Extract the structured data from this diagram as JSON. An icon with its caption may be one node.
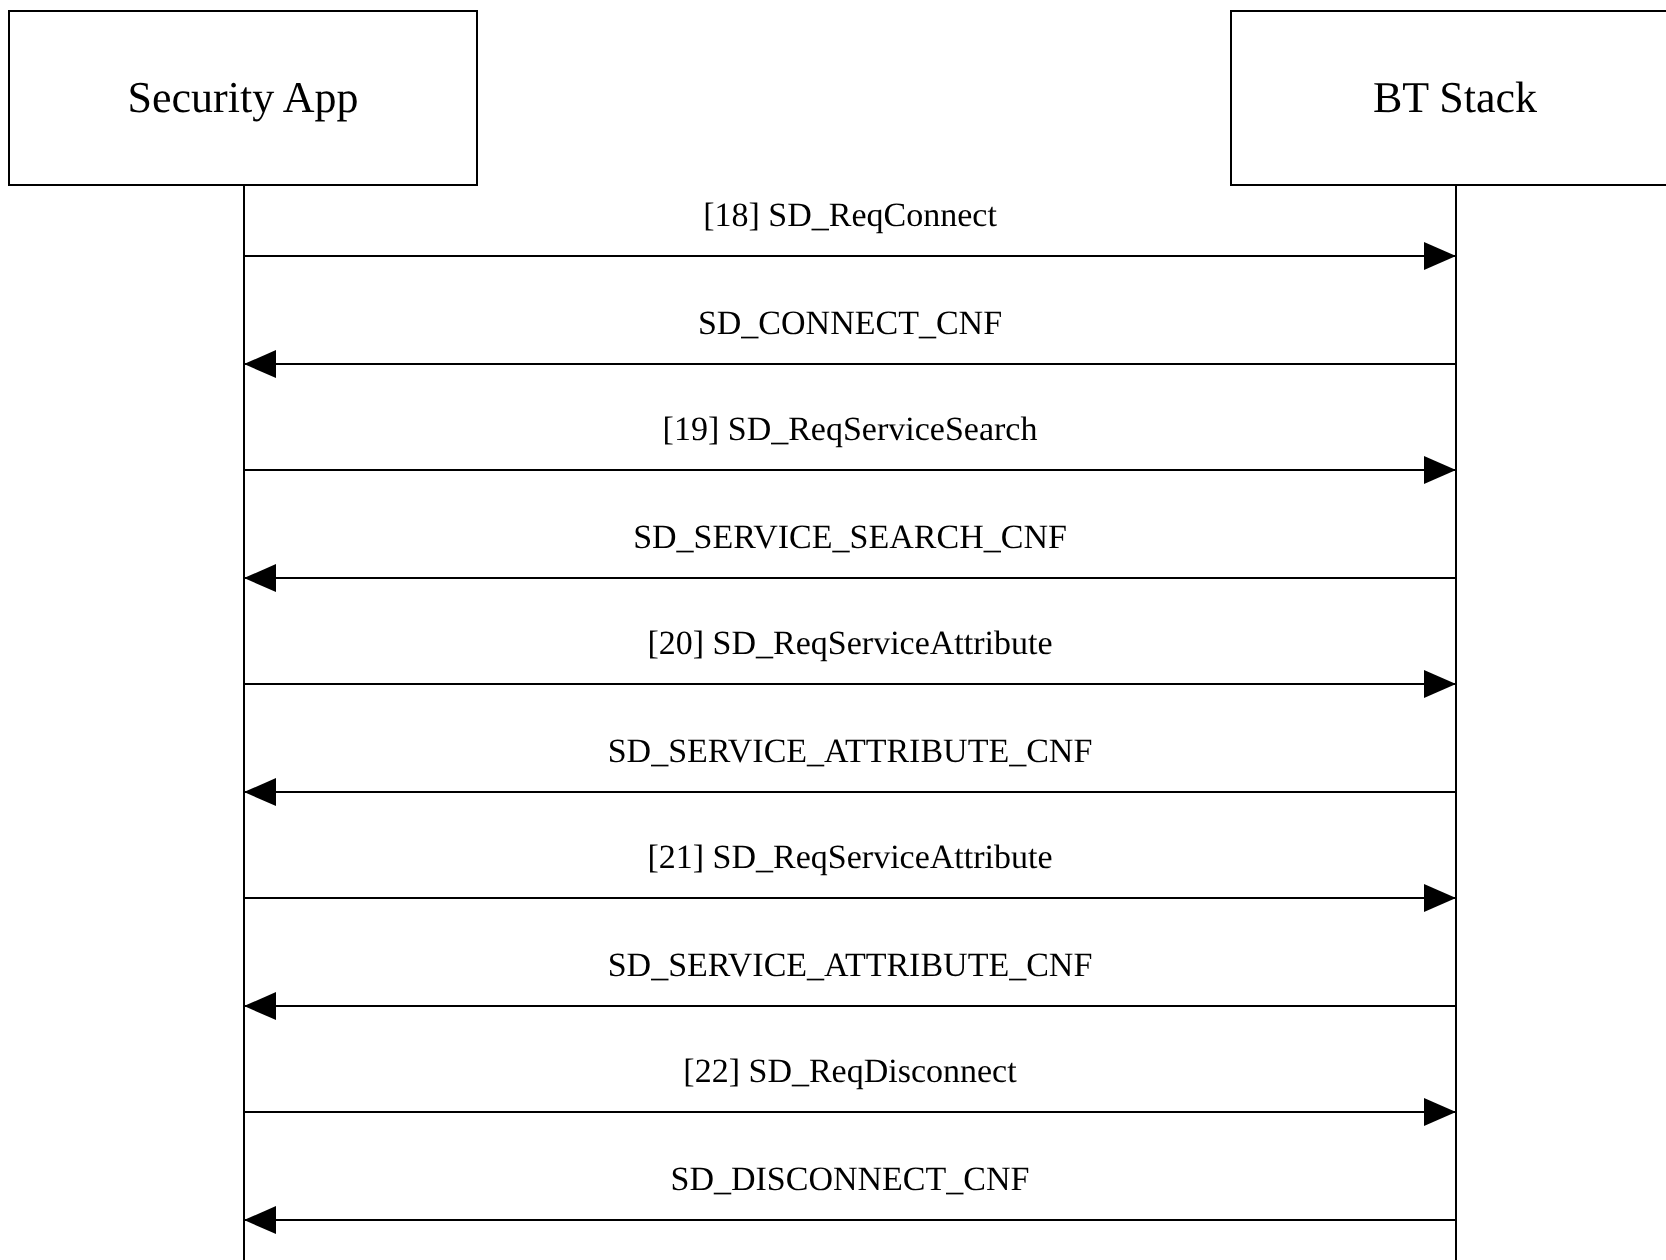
{
  "diagram": {
    "nodes": [
      {
        "text": [
          "Security App"
        ]
      },
      {
        "text": [
          "BT Stack"
        ]
      }
    ],
    "edges": [
      {
        "from": 0,
        "to": 1,
        "arrow": "to",
        "label": "[18] SD_ReqConnect"
      },
      {
        "from": 1,
        "to": 0,
        "arrow": "to",
        "label": "SD_CONNECT_CNF"
      },
      {
        "from": 0,
        "to": 1,
        "arrow": "to",
        "label": "[19] SD_ReqServiceSearch"
      },
      {
        "from": 1,
        "to": 0,
        "arrow": "to",
        "label": "SD_SERVICE_SEARCH_CNF"
      },
      {
        "from": 0,
        "to": 1,
        "arrow": "to",
        "label": "[20] SD_ReqServiceAttribute"
      },
      {
        "from": 1,
        "to": 0,
        "arrow": "to",
        "label": "SD_SERVICE_ATTRIBUTE_CNF"
      },
      {
        "from": 0,
        "to": 1,
        "arrow": "to",
        "label": "[21] SD_ReqServiceAttribute"
      },
      {
        "from": 1,
        "to": 0,
        "arrow": "to",
        "label": "SD_SERVICE_ATTRIBUTE_CNF"
      },
      {
        "from": 0,
        "to": 1,
        "arrow": "to",
        "label": "[22] SD_ReqDisconnect"
      },
      {
        "from": 1,
        "to": 0,
        "arrow": "to",
        "label": "SD_DISCONNECT_CNF"
      }
    ]
  }
}
